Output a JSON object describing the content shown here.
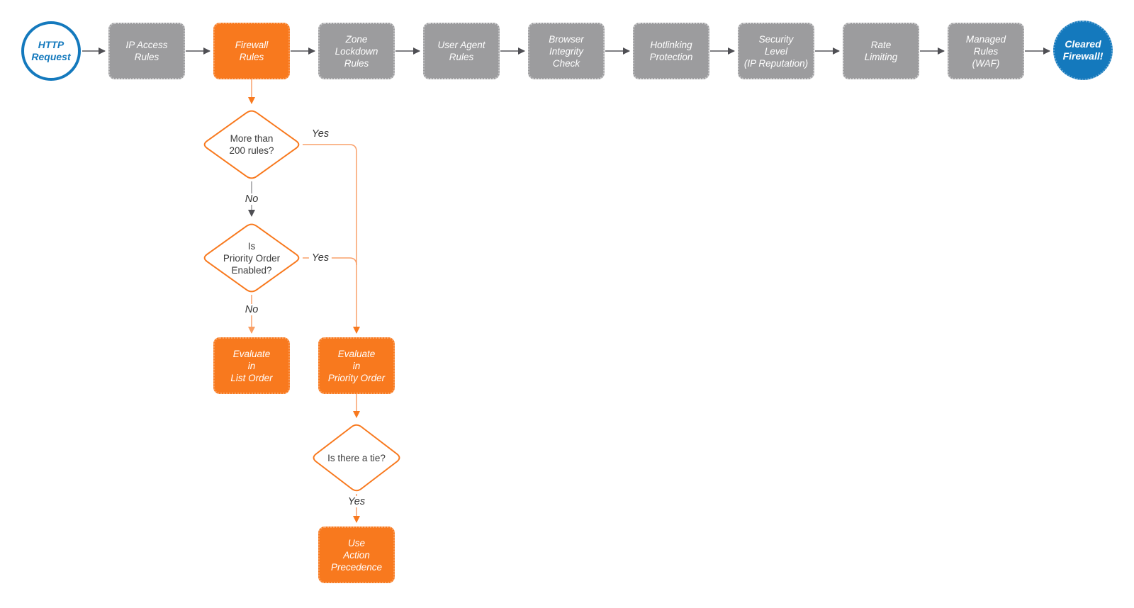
{
  "colors": {
    "orange": "#F8791E",
    "orange_line": "#F9A06A",
    "gray_box": "#9C9C9E",
    "blue": "#1479BD",
    "arrow_gray": "#4F4F54",
    "text_dark": "#3A3A3A"
  },
  "pipeline": {
    "start_label": "HTTP\nRequest",
    "steps": [
      {
        "label": "IP Access\nRules"
      },
      {
        "label": "Firewall\nRules"
      },
      {
        "label": "Zone\nLockdown\nRules"
      },
      {
        "label": "User Agent\nRules"
      },
      {
        "label": "Browser\nIntegrity\nCheck"
      },
      {
        "label": "Hotlinking\nProtection"
      },
      {
        "label": "Security\nLevel\n(IP Reputation)"
      },
      {
        "label": "Rate\nLimiting"
      },
      {
        "label": "Managed\nRules\n(WAF)"
      }
    ],
    "end_label": "Cleared\nFirewall!"
  },
  "branch": {
    "d200": "More than\n200 rules?",
    "d200_yes": "Yes",
    "d200_no": "No",
    "dpriority": "Is\nPriority Order\nEnabled?",
    "dpriority_yes": "Yes",
    "dpriority_no": "No",
    "evaluate_list": "Evaluate\nin\nList Order",
    "evaluate_priority": "Evaluate\nin\nPriority Order",
    "dtie": "Is there a tie?",
    "dtie_yes": "Yes",
    "use_precedence": "Use\nAction\nPrecedence"
  }
}
